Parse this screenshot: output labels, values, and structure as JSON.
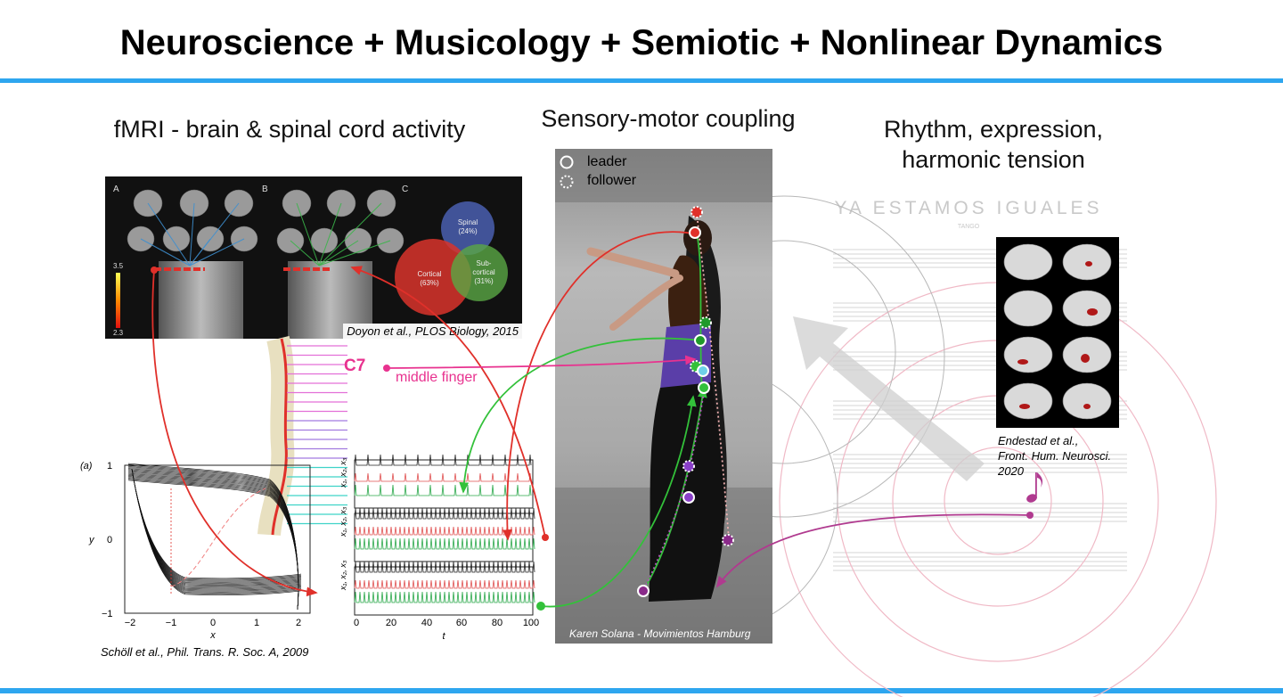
{
  "title": "Neuroscience + Musicology + Semiotic + Nonlinear Dynamics",
  "sections": {
    "fmri": {
      "heading": "fMRI - brain & spinal cord activity"
    },
    "sensory": {
      "heading": "Sensory-motor coupling"
    },
    "rhythm": {
      "heading_line1": "Rhythm, expression,",
      "heading_line2": "harmonic tension"
    }
  },
  "fmri_figure": {
    "panel_labels": [
      "A",
      "B",
      "C"
    ],
    "colorbar_max": "3.5",
    "colorbar_min": "2.3",
    "venn": {
      "spinal": "Spinal",
      "spinal_pct": "(24%)",
      "cortical": "Cortical",
      "cortical_pct": "(63%)",
      "sub1": "Sub-",
      "sub2": "cortical",
      "sub_pct": "(31%)"
    },
    "citation": "Doyon et al., PLOS Biology, 2015"
  },
  "spinal_annotation": {
    "label": "C7",
    "note": "middle finger"
  },
  "phase_plot": {
    "panel_label": "(a)",
    "ylabel": "y",
    "xlabel": "x",
    "yticks": [
      "1",
      "0",
      "−1"
    ],
    "xticks": [
      "−2",
      "−1",
      "0",
      "1",
      "2"
    ],
    "citation": "Schöll et al., Phil. Trans. R. Soc. A, 2009"
  },
  "time_series": {
    "ylabel": "x₁, x₂, x₃",
    "xticks": [
      "0",
      "20",
      "40",
      "60",
      "80",
      "100"
    ],
    "xlabel": "t"
  },
  "dance_photo": {
    "legend_leader": "leader",
    "legend_follower": "follower",
    "credit": "Karen Solana - Movimientos Hamburg"
  },
  "sheet_music": {
    "title": "YA ESTAMOS IGUALES",
    "subtitle": "TANGO"
  },
  "brain_figure": {
    "citation_line1": "Endestad et al.,",
    "citation_line2": "Front. Hum. Neurosci.",
    "citation_line3": "2020"
  },
  "colors": {
    "accent_blue": "#2ea6ef",
    "red_arrow": "#e0302a",
    "green_arrow": "#33c13a",
    "pink_arrow": "#e8328f",
    "purple_arrow": "#b03a8f"
  }
}
